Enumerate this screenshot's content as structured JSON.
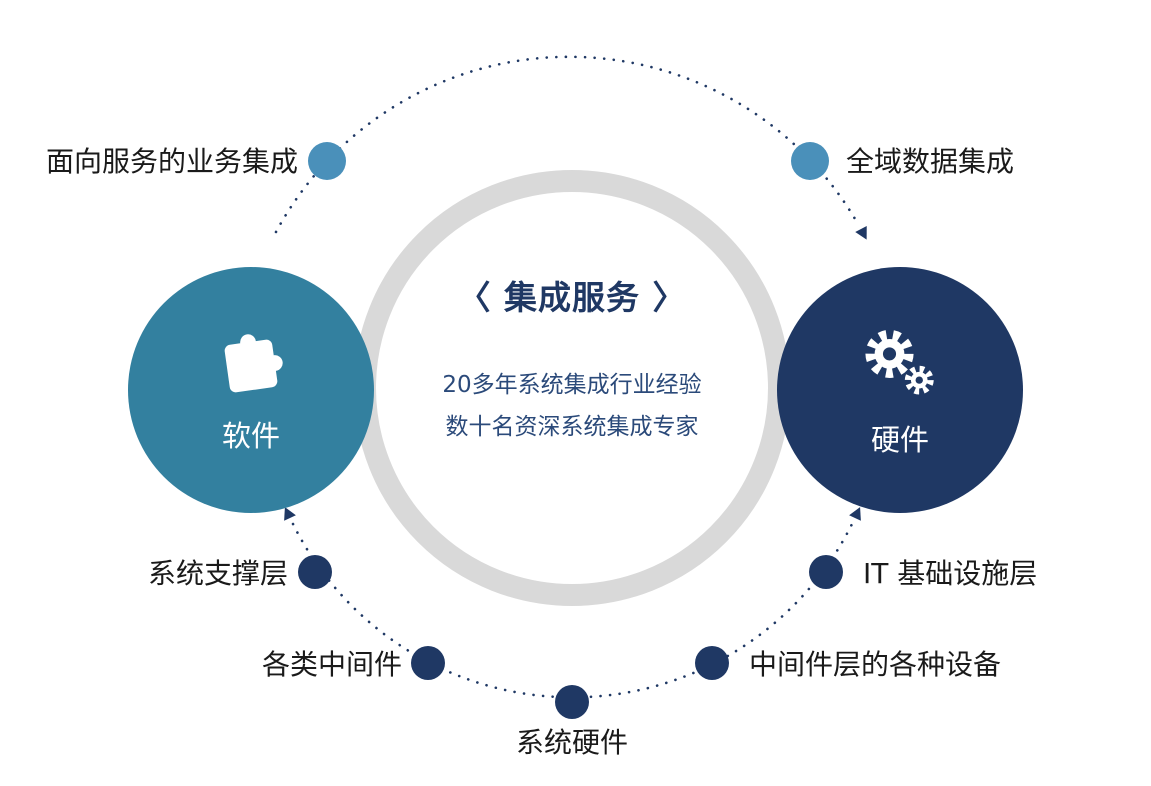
{
  "center": {
    "title": "〈 集成服务 〉",
    "subtitle_lines": [
      "20多年系统集成行业经验",
      "数十名资深系统集成专家"
    ]
  },
  "software_circle": {
    "label": "软件",
    "icon": "puzzle-icon"
  },
  "hardware_circle": {
    "label": "硬件",
    "icon": "gears-icon"
  },
  "top_satellites": {
    "left": {
      "label": "面向服务的业务集成"
    },
    "right": {
      "label": "全域数据集成"
    }
  },
  "bottom_satellites": {
    "left_upper": {
      "label": "系统支撑层"
    },
    "left_lower": {
      "label": "各类中间件"
    },
    "center": {
      "label": "系统硬件"
    },
    "right_lower": {
      "label": "中间件层的各种设备"
    },
    "right_upper": {
      "label": "IT 基础设施层"
    }
  },
  "colors": {
    "teal_circle": "#33809F",
    "light_blue_dot": "#4A90BA",
    "navy": "#1F3864",
    "ring_gray": "#D9D9D9",
    "subtitle_text": "#2B4A7A",
    "label_text": "#1A1A1A"
  }
}
